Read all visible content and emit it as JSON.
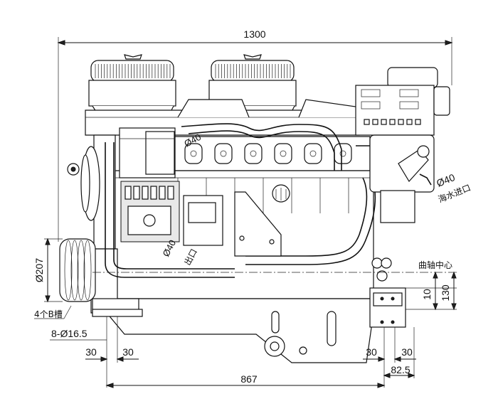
{
  "dimensions": {
    "overall_width": "1300",
    "pulley_dia": "Ø207",
    "pulley_grooves": "4个B槽",
    "mount_holes": "8-Ø16.5",
    "left_offset_a": "30",
    "left_offset_b": "30",
    "mount_span": "867",
    "right_offset_a": "30",
    "right_offset_b": "30",
    "right_foot": "82.5",
    "height_small": "10",
    "height_large": "130",
    "pipe_dia_top": "Ø40",
    "pipe_dia_right": "Ø40",
    "pipe_dia_left": "Ø40"
  },
  "labels": {
    "crankshaft_center": "曲轴中心",
    "sea_water_inlet": "海水进口",
    "outlet_left": "出口"
  },
  "colors": {
    "line": "#111111",
    "background": "#ffffff"
  }
}
